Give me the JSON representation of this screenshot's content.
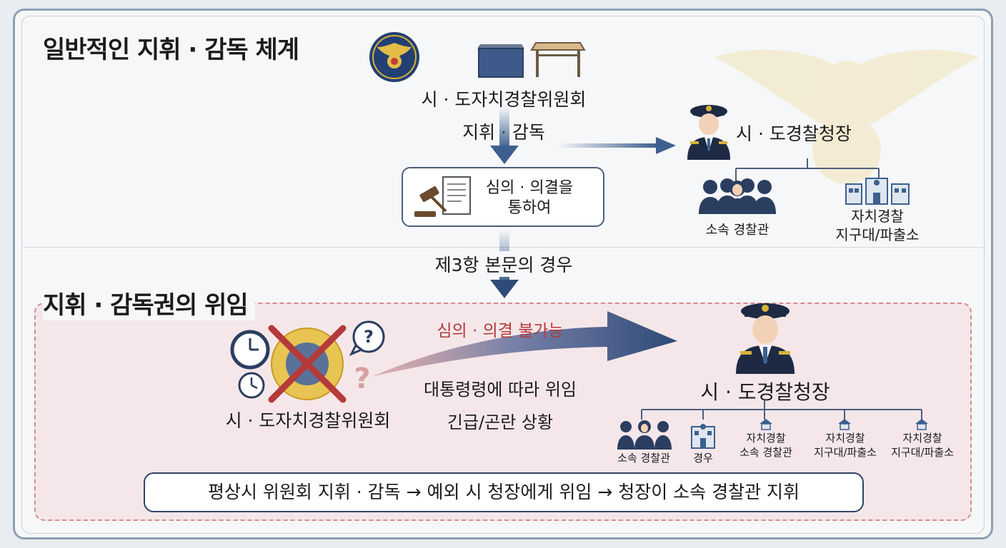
{
  "sections": {
    "general_title": "일반적인 지휘 · 감독 체계",
    "delegation_title": "지휘 · 감독권의 위임"
  },
  "general": {
    "committee_label": "시 · 도자치경찰위원회",
    "command_label": "지휘 · 감독",
    "process_line1": "심의 · 의결을",
    "process_line2": "통하여",
    "chief_label": "시 · 도경찰청장",
    "officers_label": "소속 경찰관",
    "district_line1": "자치경찰",
    "district_line2": "지구대/파출소"
  },
  "transition": {
    "label": "제3항 본문의 경우"
  },
  "delegation": {
    "committee_label": "시 · 도자치경찰위원회",
    "impossible_label": "심의 · 의결 불가능",
    "delegate_label": "대통령령에 따라 위임",
    "urgent_label": "긴급/곤란 상황",
    "chief_label": "시 · 도경찰청장",
    "units": [
      {
        "line1": "소속 경찰관",
        "line2": ""
      },
      {
        "line1": "경우",
        "line2": ""
      },
      {
        "line1": "자치경찰",
        "line2": "소속 경찰관"
      },
      {
        "line1": "자치경찰",
        "line2": "지구대/파출소"
      },
      {
        "line1": "자치경찰",
        "line2": "지구대/파출소"
      }
    ]
  },
  "summary": {
    "text": "평상시 위원회 지휘 · 감독 → 예외 시 청장에게 위임 → 청장이 소속 경찰관 지휘"
  },
  "colors": {
    "navy": "#2f4566",
    "arrow_blue": "#3d5f8f",
    "warning_red": "#b53a3a",
    "badge_gold": "#d8b23a",
    "dashed_border": "#d68b8b"
  }
}
